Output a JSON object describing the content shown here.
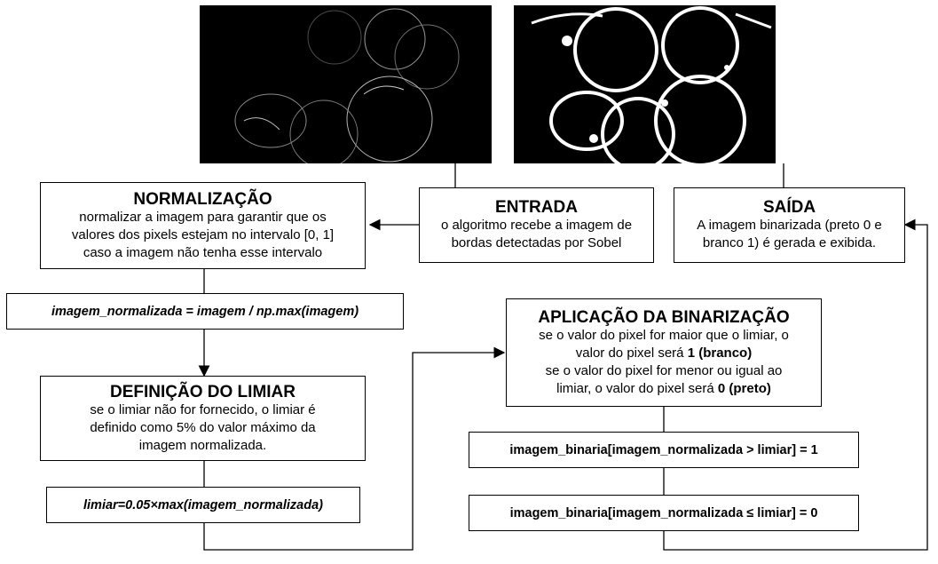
{
  "images": {
    "sobel_edges": "sobel-edge-image",
    "binary_output": "binarized-image"
  },
  "entrada": {
    "title": "ENTRADA",
    "line1": "o algoritmo recebe a imagem de",
    "line2": "bordas detectadas por Sobel"
  },
  "saida": {
    "title": "SAÍDA",
    "line1": "A imagem binarizada (preto 0 e",
    "line2": "branco 1) é gerada e exibida."
  },
  "normalizacao": {
    "title": "NORMALIZAÇÃO",
    "line1": "normalizar a imagem para garantir que os",
    "line2": "valores dos pixels estejam no intervalo [0, 1]",
    "line3": "caso a imagem não tenha esse intervalo"
  },
  "normalizacao_code": "imagem_normalizada = imagem / np.max(imagem)",
  "limiar": {
    "title": "DEFINIÇÃO DO LIMIAR",
    "line1": "se o limiar não for fornecido, o limiar é",
    "line2": "definido como 5% do valor máximo da",
    "line3": "imagem normalizada."
  },
  "limiar_code": "limiar=0.05×max(imagem_normalizada)",
  "binarizacao": {
    "title": "APLICAÇÃO DA BINARIZAÇÃO",
    "line1": "se o valor do pixel for maior que o limiar, o",
    "line2a": "valor do pixel será ",
    "line2b": "1 (branco)",
    "line3": "se o valor do pixel for menor ou igual ao",
    "line4a": "limiar, o valor do pixel será ",
    "line4b": "0 (preto)"
  },
  "code_white": "imagem_binaria[imagem_normalizada > limiar] = 1",
  "code_black": "imagem_binaria[imagem_normalizada ≤ limiar] = 0",
  "colors": {
    "stroke": "#000000",
    "background": "#ffffff",
    "image_bg": "#000000"
  }
}
